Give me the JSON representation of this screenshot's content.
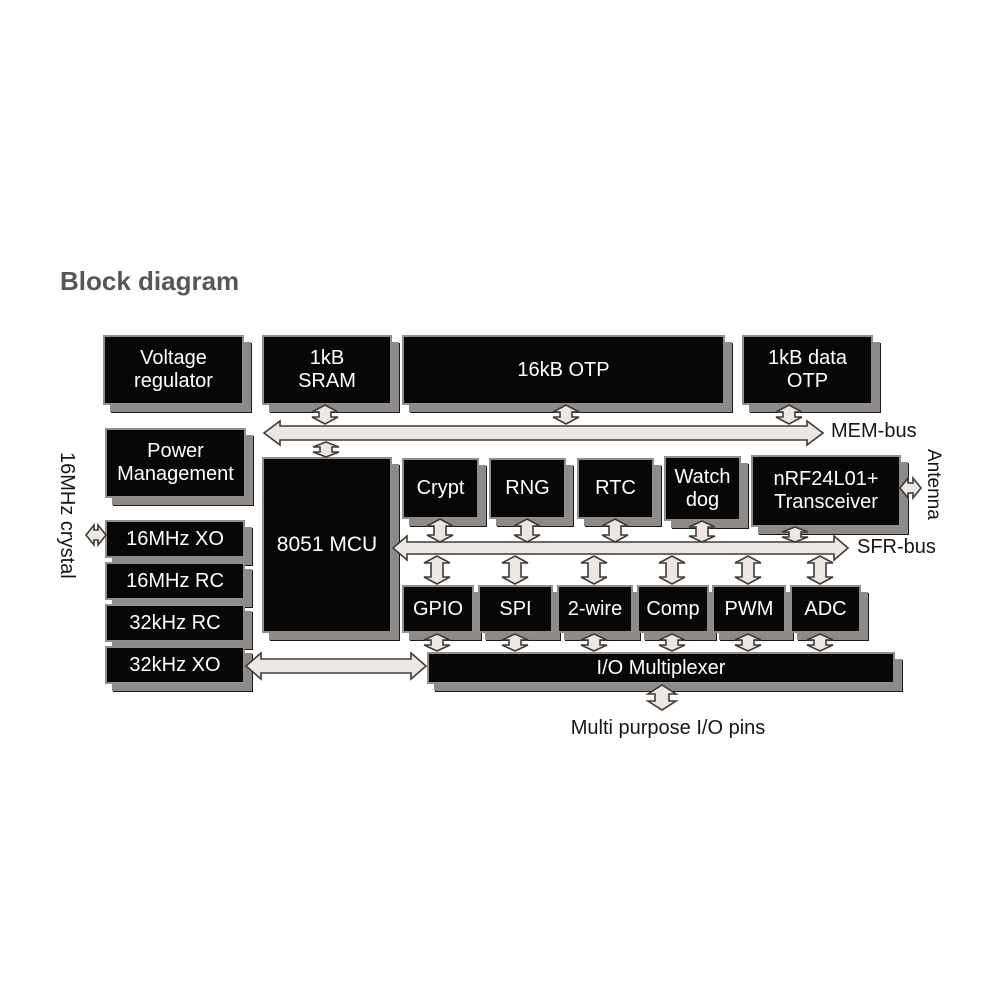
{
  "title": "Block diagram",
  "blocks": {
    "voltage_regulator": "Voltage\nregulator",
    "sram": "1kB\nSRAM",
    "otp16": "16kB OTP",
    "data_otp": "1kB data\nOTP",
    "power_management": "Power\nManagement",
    "mcu": "8051 MCU",
    "crypt": "Crypt",
    "rng": "RNG",
    "rtc": "RTC",
    "watchdog": "Watch\ndog",
    "transceiver": "nRF24L01+\nTransceiver",
    "xo16": "16MHz XO",
    "rc16": "16MHz RC",
    "rc32": "32kHz RC",
    "xo32": "32kHz XO",
    "gpio": "GPIO",
    "spi": "SPI",
    "twowire": "2-wire",
    "comp": "Comp",
    "pwm": "PWM",
    "adc": "ADC",
    "iomux": "I/O Multiplexer"
  },
  "labels": {
    "mem_bus": "MEM-bus",
    "sfr_bus": "SFR-bus",
    "antenna": "Antenna",
    "crystal": "16MHz crystal",
    "io_pins": "Multi purpose I/O pins"
  },
  "colors": {
    "box_fill": "#070707",
    "box_edge": "#8e8e8e",
    "bevel": "#8d8a88",
    "bevel_edge": "#1a1a1a",
    "arrow_fill": "#ece7e2",
    "arrow_edge": "#3e3b39",
    "title_color": "#56575a",
    "label_color": "#161616"
  }
}
